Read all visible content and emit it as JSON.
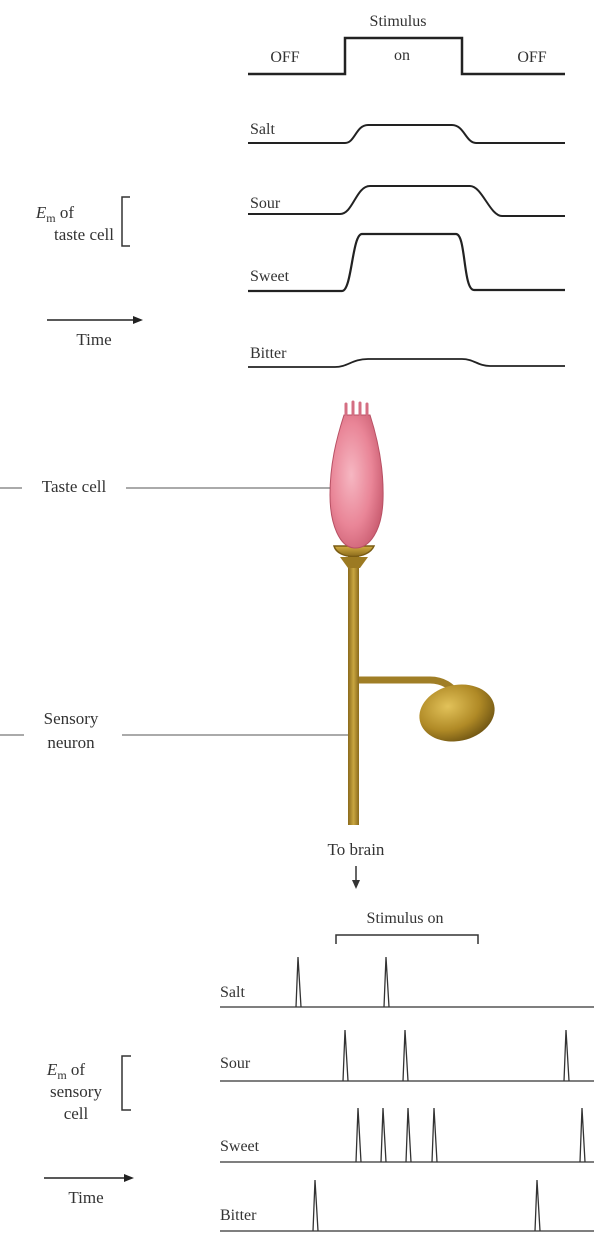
{
  "top_panel": {
    "stimulus_label": "Stimulus",
    "on_label": "on",
    "off_left": "OFF",
    "off_right": "OFF",
    "traces": [
      {
        "label": "Salt",
        "response": 0.35
      },
      {
        "label": "Sour",
        "response": 0.6
      },
      {
        "label": "Sweet",
        "response": 1.0
      },
      {
        "label": "Bitter",
        "response": 0.12
      }
    ],
    "em_label": "E",
    "em_sub": "m",
    "em_of": " of",
    "em_line2": "taste cell",
    "time_label": "Time"
  },
  "middle": {
    "taste_cell_label": "Taste cell",
    "sensory_line1": "Sensory",
    "sensory_line2": "neuron",
    "to_brain": "To brain"
  },
  "bottom_panel": {
    "stimulus_label": "Stimulus on",
    "em_label": "E",
    "em_sub": "m",
    "em_of": " of",
    "em_line2": "sensory",
    "em_line3": "cell",
    "time_label": "Time",
    "traces": [
      {
        "label": "Salt",
        "spike_count": 2
      },
      {
        "label": "Sour",
        "spike_count": 3
      },
      {
        "label": "Sweet",
        "spike_count": 5
      },
      {
        "label": "Bitter",
        "spike_count": 2
      }
    ]
  }
}
